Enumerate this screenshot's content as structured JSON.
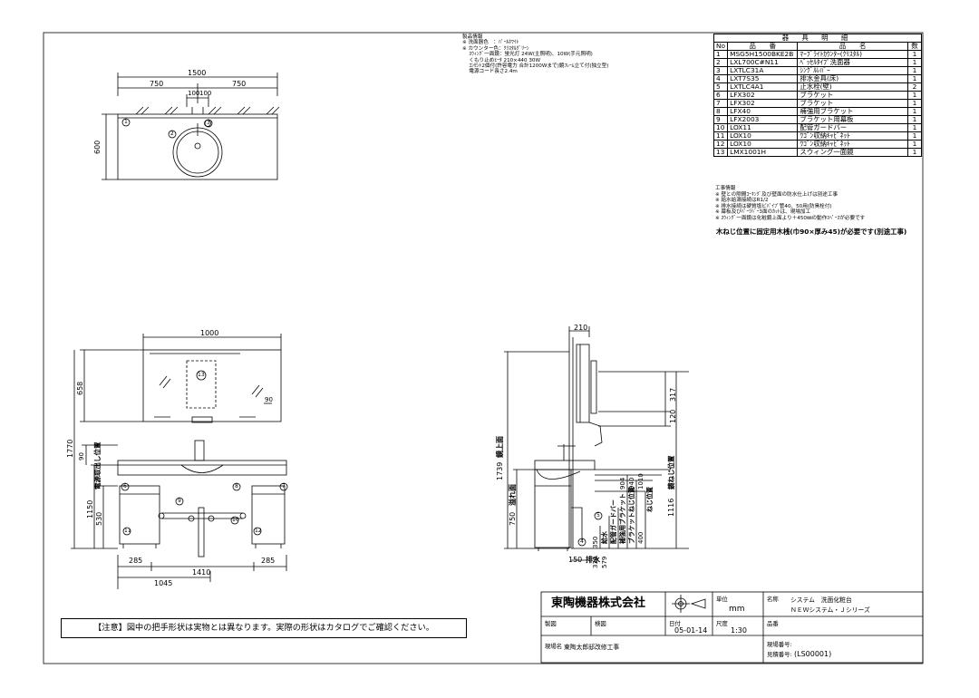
{
  "product_info": {
    "title": "製品情報",
    "lines": [
      "※ 洗面器色　：ﾊﾟｰﾙﾎﾜｲﾄ",
      "※ カウンター色：ｸﾘｽﾀﾙｸﾞﾘｰﾝ",
      "　 ｽｳｨﾝｸﾞ一面鏡：蛍光灯 24W(主照明)、10W(手元照明)",
      "　 くもり止めﾋｰﾀ 210×440 30W",
      "　 ｺﾝｾﾝﾄ2個付(許容電力 合計1200Wまで)鏡ﾌﾚｰﾑ立て付(独立型)",
      "　 電源コード長さ2.4m"
    ]
  },
  "parts_table": {
    "title": "器 具 明 細",
    "headers": [
      "No",
      "品　　番",
      "品　　名",
      "数"
    ],
    "rows": [
      [
        "1",
        "MSG5H1500BKE2B",
        "ﾏｰﾌﾞﾗｲﾄｶｳﾝﾀｰ(ｸﾘｽﾀﾙ)",
        "1"
      ],
      [
        "2",
        "LXL700C#N11",
        "ﾍﾞｯｾﾙﾀｲﾌﾟ洗面器",
        "1"
      ],
      [
        "3",
        "LXTLC31A",
        "ｼﾝｸﾞﾙﾚﾊﾞｰ",
        "1"
      ],
      [
        "4",
        "LXT7S35",
        "排水金具(床)",
        "1"
      ],
      [
        "5",
        "LXTLC4A1",
        "止水栓(壁)",
        "2"
      ],
      [
        "6",
        "LFX302",
        "ブラケット",
        "1"
      ],
      [
        "7",
        "LFX302",
        "ブラケット",
        "1"
      ],
      [
        "8",
        "LFX40",
        "補強用ブラケット",
        "1"
      ],
      [
        "9",
        "LFX2003",
        "ブラケット用幕板",
        "1"
      ],
      [
        "10",
        "LOX11",
        "配管ガードバー",
        "1"
      ],
      [
        "11",
        "LOX10",
        "ﾜｺﾞﾝ収納ｷｬﾋﾞﾈｯﾄ",
        "1"
      ],
      [
        "12",
        "LOX10",
        "ﾜｺﾞﾝ収納ｷｬﾋﾞﾈｯﾄ",
        "1"
      ],
      [
        "13",
        "LMX1001H",
        "スウィング一面鏡",
        "1"
      ]
    ]
  },
  "construction_notes": {
    "title": "工事情報",
    "lines": [
      "※ 壁との隙間ｺｰｷﾝｸﾞ及び壁面の防水仕上げは別途工事",
      "※ 給水給湯接続はR1/2",
      "※ 排水接続は硬質塩ビﾊﾟｲﾌﾟ管40、50用(防臭栓付)",
      "※ 幕板及びﾊﾟｰﾂﾊﾞｰ3面のｶｯﾄは、現場加工",
      "※ ｽｳｨﾝｸﾞ一面鏡は化粧鏡上面より＋450㎜の動作ｽﾍﾟｰｽが必要です"
    ],
    "warning": "木ねじ位置に固定用木桟(巾90×厚み45)が必要です(別途工事)"
  },
  "plan_view": {
    "dims": {
      "total": "1500",
      "left": "750",
      "right": "750",
      "c1": "100",
      "c2": "100",
      "depth": "600"
    },
    "balloons": [
      "1",
      "2",
      "3"
    ]
  },
  "front_view": {
    "dims": {
      "mirror_width": "1000",
      "mirror_height": "658",
      "mirror_side": "90",
      "overall_height": "1770",
      "h90": "90",
      "h530": "530",
      "h1150": "1150",
      "w285a": "285",
      "w1410": "1410",
      "w285b": "285",
      "w1045": "1045"
    },
    "labels": {
      "outlet": "電源取出し位置"
    },
    "balloons": [
      "13",
      "6",
      "8",
      "7",
      "9",
      "10",
      "11",
      "12"
    ]
  },
  "side_view": {
    "dims": {
      "top": "210",
      "h317": "317",
      "h120": "120",
      "h1739": "1739",
      "h750": "750",
      "h1116": "1116",
      "h150": "150",
      "h330": "330",
      "h579": "579",
      "h400": "400",
      "h350": "350",
      "h904": "904",
      "h1010": "1010",
      "h940": "940"
    },
    "labels": {
      "mirror_top": "鏡上面",
      "overflow": "溢れ面",
      "drain": "排水",
      "supply": "給水",
      "guard": "配管ガードバー",
      "bracket": "補強用ブラケット",
      "bracket2": "ブラケットねじ位置",
      "screw": "ねじ位置",
      "screw2": "鏡ねじ位置"
    },
    "balloons": [
      "5",
      "4"
    ]
  },
  "caution": "【注意】図中の把手形状は実物とは異なります。実際の形状はカタログでご確認ください。",
  "title_block": {
    "company": "東陶機器株式会社",
    "unit_label": "単位",
    "unit": "mm",
    "name_label": "名称",
    "name1": "システム　洗面化粧台",
    "name2": "ＮＥＷシステム・Ｊシリーズ",
    "drawn_label": "製図",
    "check_label": "検図",
    "date_label": "日付",
    "date": "05-01-14",
    "scale_label": "尺度",
    "scale": "1:30",
    "partno_label": "品番",
    "site_label": "現場名",
    "site": "東陶太郎邸改修工事",
    "site_no_label": "現場番号:",
    "quote_no_label": "見積番号:",
    "quote_no": "(LS00001)"
  },
  "colors": {
    "line": "#000000",
    "paper": "#ffffff",
    "hidden": "#000000"
  }
}
